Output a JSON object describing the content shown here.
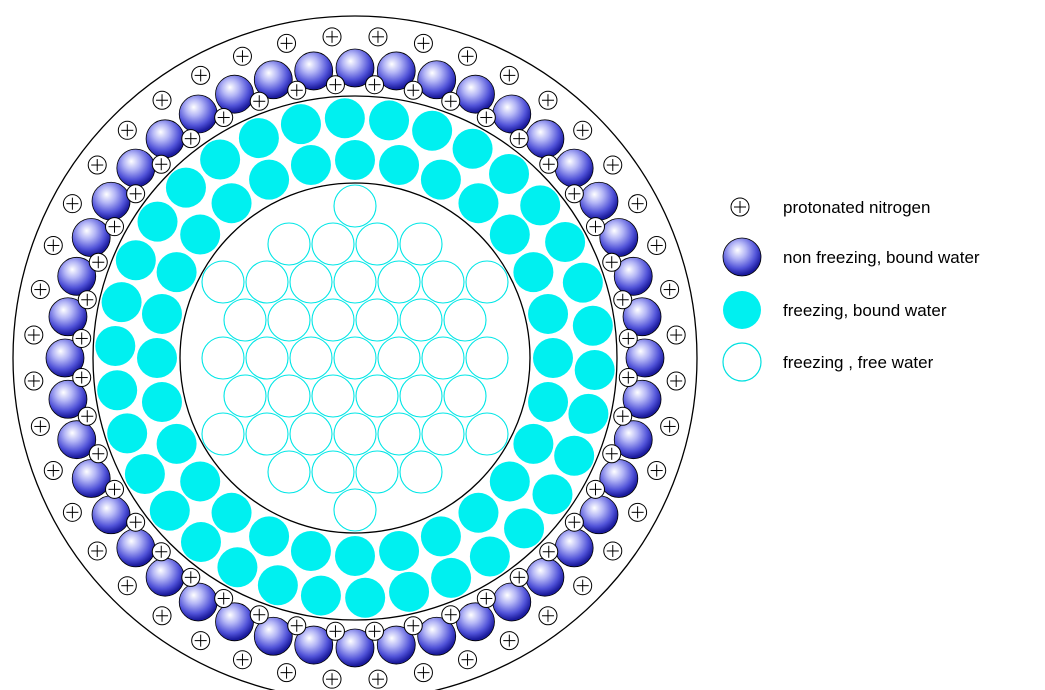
{
  "legend": {
    "items": [
      {
        "key": "protonated-nitrogen",
        "label": "protonated nitrogen",
        "symbol": "plus-circle-icon"
      },
      {
        "key": "non-freezing-bound-water",
        "label": "non freezing, bound water",
        "symbol": "blue-sphere-icon"
      },
      {
        "key": "freezing-bound-water",
        "label": "freezing, bound water",
        "symbol": "filled-cyan-circle-icon"
      },
      {
        "key": "freezing-free-water",
        "label": "freezing , free water",
        "symbol": "outlined-cyan-circle-icon"
      }
    ]
  },
  "colors": {
    "cyan": "#00f0f0",
    "sphere_light": "#ffffff",
    "sphere_mid": "#8a8cf0",
    "sphere_dark": "#1e1ea8",
    "outline": "#000000"
  }
}
